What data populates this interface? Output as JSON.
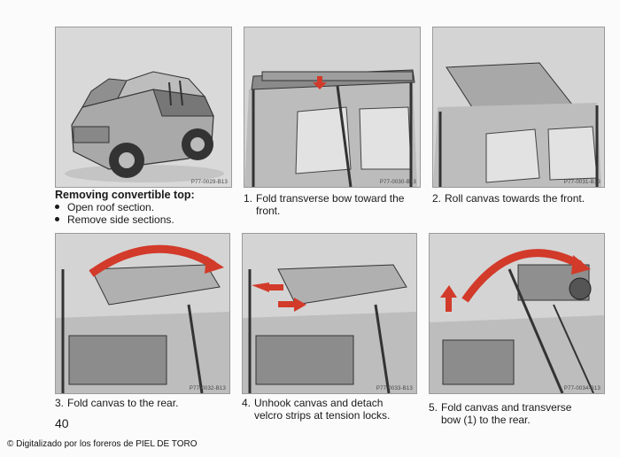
{
  "figures": [
    {
      "code": "P77-0029-B13"
    },
    {
      "code": "P77-0030-B13"
    },
    {
      "code": "P77-0031-B13"
    },
    {
      "code": "P77-0032-B13"
    },
    {
      "code": "P77-0033-B13"
    },
    {
      "code": "P77-0034-B13"
    }
  ],
  "intro": {
    "heading": "Removing convertible top:",
    "bullets": [
      "Open roof section.",
      "Remove side sections."
    ]
  },
  "steps": [
    {
      "number": "1.",
      "line1": "Fold transverse bow toward the",
      "line2": "front."
    },
    {
      "number": "2.",
      "line1": "Roll canvas towards the front.",
      "line2": ""
    },
    {
      "number": "3.",
      "line1": "Fold canvas to the rear.",
      "line2": ""
    },
    {
      "number": "4.",
      "line1": "Unhook canvas and detach",
      "line2": "velcro strips at tension locks."
    },
    {
      "number": "5.",
      "line1": "Fold canvas and transverse",
      "line2": "bow (1) to the rear."
    }
  ],
  "page_number": "40",
  "copyright": "© Digitalizado por los foreros de PIEL DE TORO",
  "colors": {
    "arrow_red": "#d23a2a",
    "figure_bg": "#d7d7d7"
  }
}
